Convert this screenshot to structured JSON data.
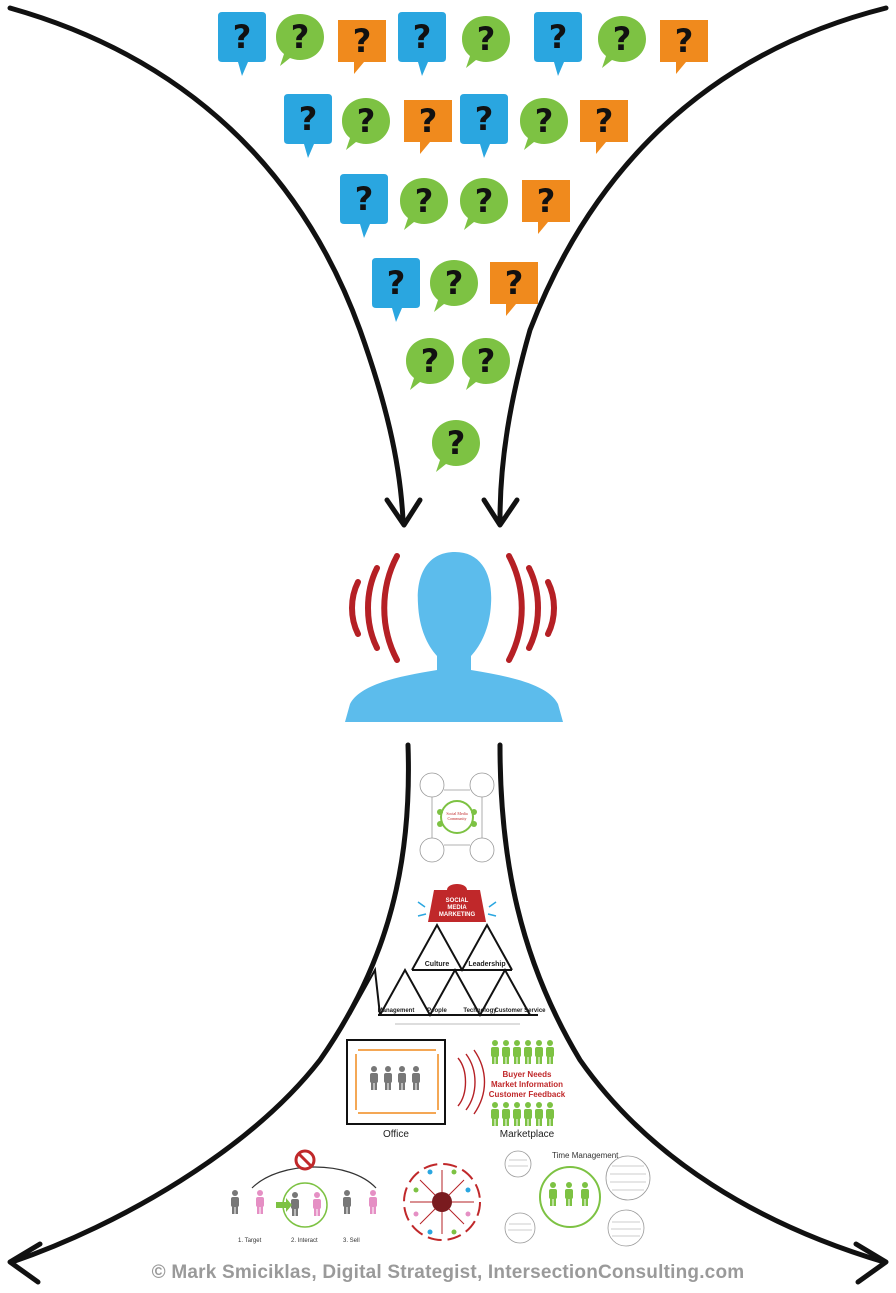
{
  "bubbles": {
    "glyph": "?",
    "colors": {
      "blue": "#2aa6e0",
      "green": "#7dc243",
      "orange": "#f08a1d"
    }
  },
  "person": {
    "color": "#5cbcec",
    "wave_color": "#b52025"
  },
  "pyramid": {
    "top_label_lines": [
      "SOCIAL",
      "MEDIA",
      "MARKETING"
    ],
    "middle_labels": [
      "Culture",
      "Leadership"
    ],
    "bottom_labels": [
      "Management",
      "People",
      "Technology",
      "Customer Service"
    ]
  },
  "office_diagram": {
    "office_label": "Office",
    "marketplace_label": "Marketplace",
    "needs_lines": [
      "Buyer Needs",
      "Market Information",
      "Customer Feedback"
    ]
  },
  "bottom_left_diagram": {
    "steps": [
      "1. Target",
      "2. Interact",
      "3. Sell"
    ]
  },
  "bottom_right_diagram": {
    "title": "Time Management"
  },
  "credit": "© Mark Smiciklas, Digital Strategist, IntersectionConsulting.com"
}
